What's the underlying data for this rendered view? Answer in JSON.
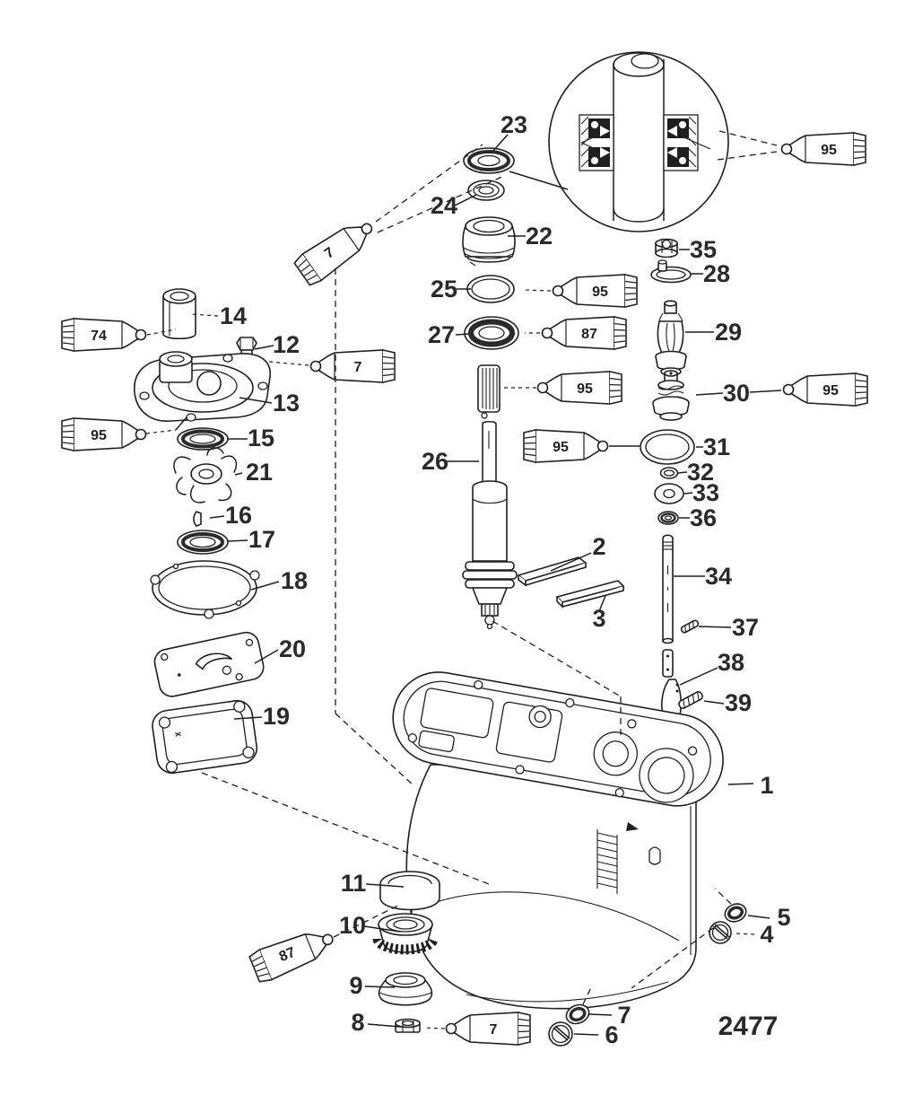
{
  "diagram": {
    "drawing_number": "2477"
  },
  "callouts": {
    "1": "1",
    "2": "2",
    "3": "3",
    "4": "4",
    "5": "5",
    "6": "6",
    "7": "7",
    "8": "8",
    "9": "9",
    "10": "10",
    "11": "11",
    "12": "12",
    "13": "13",
    "14": "14",
    "15": "15",
    "16": "16",
    "17": "17",
    "18": "18",
    "19": "19",
    "20": "20",
    "21": "21",
    "22": "22",
    "23": "23",
    "24": "24",
    "25": "25",
    "26": "26",
    "27": "27",
    "28": "28",
    "29": "29",
    "30": "30",
    "31": "31",
    "32": "32",
    "33": "33",
    "34": "34",
    "35": "35",
    "36": "36",
    "37": "37",
    "38": "38",
    "39": "39"
  },
  "tubes": [
    {
      "label": "95"
    },
    {
      "label": "7"
    },
    {
      "label": "74"
    },
    {
      "label": "7"
    },
    {
      "label": "95"
    },
    {
      "label": "95"
    },
    {
      "label": "87"
    },
    {
      "label": "95"
    },
    {
      "label": "95"
    },
    {
      "label": "95"
    },
    {
      "label": "87"
    },
    {
      "label": "7"
    }
  ]
}
